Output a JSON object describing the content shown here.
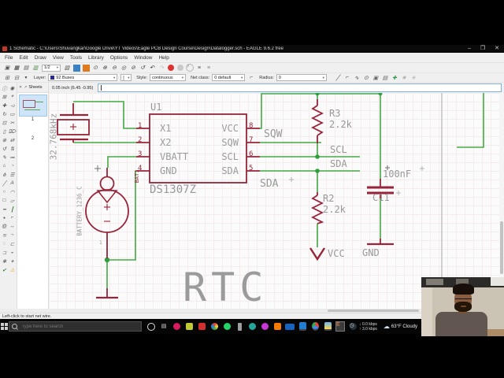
{
  "window": {
    "title": "1 Schematic - C:\\Users\\Shuvangkar\\Google Drive\\YT Videos\\Eagle PCB Design Course\\Design\\Datalogger.sch - EAGLE 9.6.2 free",
    "controls": {
      "minimize": "–",
      "maximize": "❐",
      "close": "✕"
    }
  },
  "menu_bar": {
    "items": [
      {
        "label": "File"
      },
      {
        "label": "Edit"
      },
      {
        "label": "Draw"
      },
      {
        "label": "View"
      },
      {
        "label": "Tools"
      },
      {
        "label": "Library"
      },
      {
        "label": "Options"
      },
      {
        "label": "Window"
      },
      {
        "label": "Help"
      }
    ]
  },
  "toolbar1": {
    "file_icons": [
      {
        "name": "open-icon",
        "glyph": "▣",
        "style": "color:#555"
      },
      {
        "name": "save-icon",
        "glyph": "▦",
        "style": "color:#333"
      },
      {
        "name": "print-icon",
        "glyph": "▤",
        "style": "color:#555"
      },
      {
        "name": "sheet-thumb-icon",
        "glyph": "▥",
        "style": "color:#4a8a4a"
      }
    ],
    "sheet_selector": "1/2",
    "action_icons": [
      {
        "name": "cam-processor-icon",
        "glyph": "▧",
        "style": "color:#555"
      },
      {
        "name": "schematic-view-icon",
        "glyph": "",
        "style": "background:#3b82c4;width:9px;height:9px"
      },
      {
        "name": "board-view-icon",
        "glyph": "",
        "style": "background:#e07a1f;width:9px;height:9px"
      },
      {
        "name": "zoom-fit-icon",
        "glyph": "⊙",
        "style": "color:#444"
      },
      {
        "name": "zoom-in-icon",
        "glyph": "⊕",
        "style": "color:#444"
      },
      {
        "name": "zoom-out-icon",
        "glyph": "⊖",
        "style": "color:#444"
      },
      {
        "name": "zoom-redraw-icon",
        "glyph": "◎",
        "style": "color:#444"
      },
      {
        "name": "zoom-select-icon",
        "glyph": "⊘",
        "style": "color:#444"
      },
      {
        "name": "zoom-prev-icon",
        "glyph": "↺",
        "style": "color:#444"
      },
      {
        "name": "undo-icon",
        "glyph": "↶",
        "style": "color:#222"
      },
      {
        "name": "redo-icon",
        "glyph": "↷",
        "style": "color:#bbb"
      },
      {
        "name": "stop-icon",
        "glyph": "",
        "style": "background:#e03131;border-radius:50%;width:8px;height:8px"
      },
      {
        "name": "go-icon",
        "glyph": "",
        "style": "background:#c9c9c9;border-radius:50%;width:8px;height:8px"
      },
      {
        "name": "help-icon",
        "glyph": "?",
        "style": "color:#777;border:1px solid #b5b5b5;border-radius:50%;width:8px;height:8px;font-size:5px"
      },
      {
        "name": "script-icon",
        "glyph": "≡",
        "style": "color:#555"
      },
      {
        "name": "run-ulp-icon",
        "glyph": "≡",
        "style": "color:#888"
      }
    ]
  },
  "toolbar2": {
    "left_icons": [
      {
        "name": "grid-icon",
        "glyph": "⊞",
        "style": "color:#555"
      },
      {
        "name": "grid-alt-icon",
        "glyph": "⊟",
        "style": "color:#555"
      },
      {
        "name": "filter-icon",
        "glyph": "▼",
        "style": "color:#444;font-size:5px"
      }
    ],
    "layer_label": "Layer:",
    "layer_value": "92 Buses",
    "layer_swatch_color": "#2a2a8f",
    "style_label": "Style:",
    "style_value": "continuous",
    "netclass_label": "Net class:",
    "netclass_value": "0 default",
    "bend_icon_glyph": "⌐",
    "radius_label": "Radius:",
    "radius_value": "0",
    "right_icons": [
      {
        "name": "wire-bend-diag-icon",
        "glyph": "╱",
        "style": "color:#444"
      },
      {
        "name": "wire-bend-corner-icon",
        "glyph": "⌐",
        "style": "color:#444"
      },
      {
        "name": "arc-tool-icon",
        "glyph": "∿",
        "style": "color:#444"
      },
      {
        "name": "zoom-tool-icon",
        "glyph": "⊙",
        "style": "color:#444"
      },
      {
        "name": "panel-a-icon",
        "glyph": "▣",
        "style": "color:#666"
      },
      {
        "name": "panel-b-icon",
        "glyph": "▤",
        "style": "color:#666"
      },
      {
        "name": "add-green-icon",
        "glyph": "✚",
        "style": "color:#2e9e44"
      },
      {
        "name": "misc-a-icon",
        "glyph": "✳",
        "style": "color:#888"
      },
      {
        "name": "misc-b-icon",
        "glyph": "✳",
        "style": "color:#aaa"
      }
    ]
  },
  "coord_bar": {
    "tab_close": "✕",
    "tab_float": "↗",
    "sheets_tab": "Sheets",
    "coordinates": "0.05 inch (6.45 -0.95)",
    "command_value": ""
  },
  "left_toolbar": {
    "tools": [
      {
        "name": "info-icon",
        "glyph": "ⓘ",
        "style": "color:#555"
      },
      {
        "name": "eye-icon",
        "glyph": "◉",
        "style": "color:#555"
      },
      {
        "name": "display-layers-icon",
        "glyph": "⊞",
        "style": "color:#555"
      },
      {
        "name": "mark-icon",
        "glyph": "⌖",
        "style": "color:#555"
      },
      {
        "name": "move-icon",
        "glyph": "✚",
        "style": "color:#555"
      },
      {
        "name": "mirror-icon",
        "glyph": "◅",
        "style": "color:#555"
      },
      {
        "name": "rotate-icon",
        "glyph": "↻",
        "style": "color:#555"
      },
      {
        "name": "group-icon",
        "glyph": "▭",
        "style": "color:#555"
      },
      {
        "name": "copy-icon",
        "glyph": "⊡",
        "style": "color:#555"
      },
      {
        "name": "cut-icon",
        "glyph": "✂",
        "style": "color:#555"
      },
      {
        "name": "paste-icon",
        "glyph": "▯",
        "style": "color:#555"
      },
      {
        "name": "delete-icon",
        "glyph": "⌦",
        "style": "color:#555"
      },
      {
        "name": "add-part-icon",
        "glyph": "⊕",
        "style": "color:#555"
      },
      {
        "name": "pinswap-icon",
        "glyph": "⇄",
        "style": "color:#555"
      },
      {
        "name": "replace-icon",
        "glyph": "↺",
        "style": "color:#555"
      },
      {
        "name": "gateswap-icon",
        "glyph": "⇅",
        "style": "color:#555"
      },
      {
        "name": "name-icon",
        "glyph": "✎",
        "style": "color:#555"
      },
      {
        "name": "value-icon",
        "glyph": "≔",
        "style": "color:#555"
      },
      {
        "name": "smash-icon",
        "glyph": "⌂",
        "style": "color:#555"
      },
      {
        "name": "miter-icon",
        "glyph": "◝",
        "style": "color:#555"
      },
      {
        "name": "split-icon",
        "glyph": "⋔",
        "style": "color:#555"
      },
      {
        "name": "invoke-icon",
        "glyph": "☰",
        "style": "color:#555"
      },
      {
        "name": "wire-icon",
        "glyph": "╱",
        "style": "color:#555"
      },
      {
        "name": "text-icon",
        "glyph": "A",
        "style": "color:#555"
      },
      {
        "name": "circle-icon",
        "glyph": "○",
        "style": "color:#555"
      },
      {
        "name": "arc-icon",
        "glyph": "◠",
        "style": "color:#555"
      },
      {
        "name": "rect-icon",
        "glyph": "□",
        "style": "color:#555"
      },
      {
        "name": "polygon-icon",
        "glyph": "▱",
        "style": "color:#555"
      },
      {
        "name": "bus-icon",
        "glyph": "━",
        "style": "color:#555"
      },
      {
        "name": "net-icon",
        "glyph": "┃",
        "style": "color:#3b7d3b"
      },
      {
        "name": "junction-icon",
        "glyph": "●",
        "style": "color:#555;font-size:5px"
      },
      {
        "name": "label-icon",
        "glyph": "⌐",
        "style": "color:#555"
      },
      {
        "name": "attribute-icon",
        "glyph": "@",
        "style": "color:#555"
      },
      {
        "name": "dimension-icon",
        "glyph": "↔",
        "style": "color:#555"
      },
      {
        "name": "misc-tool-icon-1",
        "glyph": "≋",
        "style": "color:#777"
      },
      {
        "name": "misc-tool-icon-2",
        "glyph": "¬",
        "style": "color:#777"
      },
      {
        "name": "misc-tool-icon-3",
        "glyph": "◌",
        "style": "color:#777"
      },
      {
        "name": "misc-tool-icon-4",
        "glyph": "⊏",
        "style": "color:#777"
      },
      {
        "name": "misc-tool-icon-5",
        "glyph": "⊐",
        "style": "color:#777"
      },
      {
        "name": "misc-tool-icon-6",
        "glyph": "◒",
        "style": "color:#777"
      },
      {
        "name": "misc-tool-icon-7",
        "glyph": "✱",
        "style": "color:#777"
      },
      {
        "name": "misc-tool-icon-8",
        "glyph": "✦",
        "style": "color:#777"
      },
      {
        "name": "erc-check-icon",
        "glyph": "✔",
        "style": "color:#2e7d32"
      },
      {
        "name": "errors-warning-icon",
        "glyph": "⚠",
        "style": "color:#e6a817"
      }
    ]
  },
  "sheets_panel": {
    "sheet1": "1",
    "sheet2": "2"
  },
  "schematic": {
    "colors": {
      "wire_green": "#44a944",
      "symbol_maroon": "#97243a",
      "label_gray": "#989898"
    },
    "ic": {
      "ref": "U1",
      "part": "DS1307Z",
      "pins_left": [
        {
          "num": "1",
          "name": "X1"
        },
        {
          "num": "2",
          "name": "X2"
        },
        {
          "num": "3",
          "name": "VBATT"
        },
        {
          "num": "4",
          "name": "GND"
        }
      ],
      "pins_right": [
        {
          "num": "8",
          "name": "VCC"
        },
        {
          "num": "7",
          "name": "SQW"
        },
        {
          "num": "6",
          "name": "SCL"
        },
        {
          "num": "5",
          "name": "SDA"
        }
      ]
    },
    "crystal": {
      "value": "32.768kHz"
    },
    "battery": {
      "ref": "BAT1",
      "value": "BATTERY_1236_C",
      "pin": "1"
    },
    "r3": {
      "ref": "R3",
      "value": "2.2k"
    },
    "r2": {
      "ref": "R2",
      "value": "2.2k"
    },
    "c11": {
      "ref": "C11",
      "value": "100nF"
    },
    "net_labels": {
      "sqw": "SQW",
      "scl": "SCL",
      "sda": "SDA",
      "sda2": "SDA",
      "vcc": "VCC",
      "gnd": "GND"
    },
    "note": "RTC"
  },
  "status_bar": {
    "message": "Left-click to start net wire."
  },
  "taskbar": {
    "search_placeholder": "Type here to search",
    "apps": [
      {
        "name": "cortana-circle-icon",
        "glyph": "",
        "style": "border:1px solid #ddd;border-radius:50%;width:8px;height:8px"
      },
      {
        "name": "task-view-icon",
        "glyph": "▤",
        "style": "color:#ddd"
      },
      {
        "name": "pink-circle-app-icon",
        "glyph": "",
        "style": "background:#d81b60;border-radius:50%;width:9px;height:9px"
      },
      {
        "name": "green-check-app-icon",
        "glyph": "",
        "style": "background:#c0ca33;border-radius:2px;width:9px;height:9px"
      },
      {
        "name": "red-square-app-icon",
        "glyph": "",
        "style": "background:#d32f2f;border-radius:2px;width:9px;height:9px"
      },
      {
        "name": "photos-circle-app-icon",
        "glyph": "",
        "style": "background:conic-gradient(#e53935,#fdd835,#43a047,#1e88e5,#e53935);border-radius:50%;width:9px;height:9px"
      },
      {
        "name": "whatsapp-icon",
        "glyph": "",
        "style": "background:#25d366;border-radius:50%;width:9px;height:9px"
      },
      {
        "name": "phone-app-icon",
        "glyph": "",
        "style": "background:#9e9e9e;width:5px;height:10px;border-radius:1px"
      },
      {
        "name": "teal-circle-app-icon",
        "glyph": "",
        "style": "background:#26a69a;border-radius:50%;width:9px;height:9px"
      },
      {
        "name": "magenta-circle-app-icon",
        "glyph": "",
        "style": "background:#c936d6;border-radius:50%;width:9px;height:9px"
      },
      {
        "name": "orange-square-app-icon",
        "glyph": "",
        "style": "background:#f57c00;border-radius:2px;width:9px;height:9px"
      },
      {
        "name": "blue-wide-app-icon",
        "glyph": "",
        "style": "background:#1565c0;border-radius:2px;width:13px;height:8px"
      },
      {
        "name": "vscode-icon",
        "glyph": "",
        "style": "background:#1f7fd4;border-radius:2px;width:9px;height:9px;border-bottom:2px solid #444"
      },
      {
        "name": "chrome-icon",
        "glyph": "",
        "style": "background:conic-gradient(#ea4335 0 33%,#4285f4 33% 66%,#34a853 66% 100%);border-radius:50%;width:9px;height:9px;border-bottom:2px solid #444"
      },
      {
        "name": "file-explorer-icon",
        "glyph": "",
        "style": "background:linear-gradient(#64b5f6,#ffd54f);border-radius:2px;width:9px;height:9px;border-bottom:2px solid #444"
      },
      {
        "name": "eagle-app-icon",
        "glyph": "E",
        "style": "background:#3c3c3c;color:#ff8a50;border:1px solid #777;width:11px;height:11px;font-size:7px"
      },
      {
        "name": "clock-app-icon",
        "glyph": "◷",
        "style": "background:#263238;color:#cfd8dc;border-radius:50%;width:9px;height:9px;font-size:7px"
      }
    ],
    "tray": {
      "down_arrow": "↓",
      "net_down": "0.0 kbps",
      "up_arrow": "↑",
      "net_up": "3.0 kbps",
      "cloud_icon": "☁",
      "weather_temp": "63°F",
      "weather_cond": "Cloudy"
    }
  }
}
